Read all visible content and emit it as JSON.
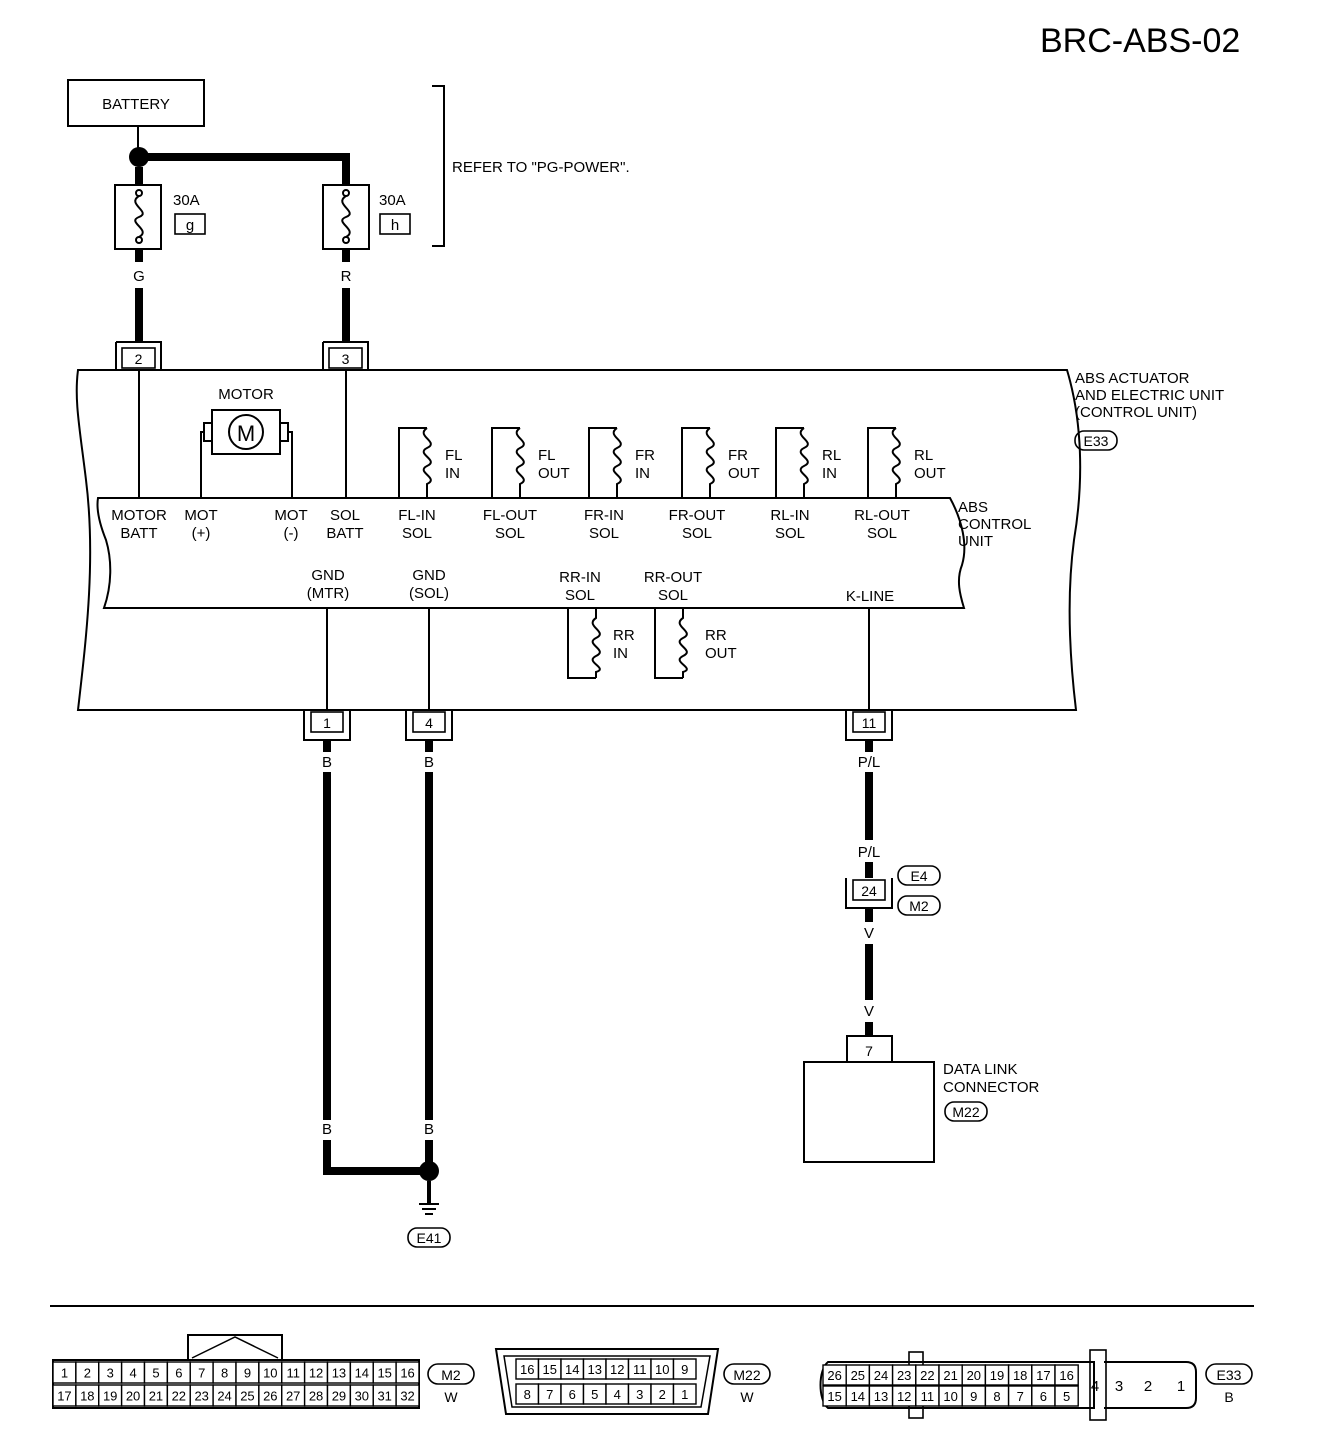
{
  "diagram_id": "BRC-ABS-02",
  "battery": "BATTERY",
  "refer_note": "REFER TO \"PG-POWER\".",
  "fuses": [
    {
      "rating": "30A",
      "id": "g",
      "wire": "G",
      "pin": "2"
    },
    {
      "rating": "30A",
      "id": "h",
      "wire": "R",
      "pin": "3"
    }
  ],
  "unit": {
    "name_lines": [
      "ABS ACTUATOR",
      "AND ELECTRIC UNIT",
      "(CONTROL UNIT)"
    ],
    "connector": "E33",
    "control_unit_lines": [
      "ABS",
      "CONTROL",
      "UNIT"
    ],
    "motor_label": "MOTOR",
    "motor_symbol": "M"
  },
  "terminals_top": [
    {
      "l1": "MOTOR",
      "l2": "BATT"
    },
    {
      "l1": "MOT",
      "l2": "(+)"
    },
    {
      "l1": "MOT",
      "l2": "(-)"
    },
    {
      "l1": "SOL",
      "l2": "BATT"
    },
    {
      "l1": "FL-IN",
      "l2": "SOL"
    },
    {
      "l1": "FL-OUT",
      "l2": "SOL"
    },
    {
      "l1": "FR-IN",
      "l2": "SOL"
    },
    {
      "l1": "FR-OUT",
      "l2": "SOL"
    },
    {
      "l1": "RL-IN",
      "l2": "SOL"
    },
    {
      "l1": "RL-OUT",
      "l2": "SOL"
    }
  ],
  "solenoids_top": [
    {
      "l1": "FL",
      "l2": "IN"
    },
    {
      "l1": "FL",
      "l2": "OUT"
    },
    {
      "l1": "FR",
      "l2": "IN"
    },
    {
      "l1": "FR",
      "l2": "OUT"
    },
    {
      "l1": "RL",
      "l2": "IN"
    },
    {
      "l1": "RL",
      "l2": "OUT"
    }
  ],
  "terminals_bottom": [
    {
      "l1": "GND",
      "l2": "(MTR)"
    },
    {
      "l1": "GND",
      "l2": "(SOL)"
    },
    {
      "l1": "RR-IN",
      "l2": "SOL"
    },
    {
      "l1": "RR-OUT",
      "l2": "SOL"
    },
    {
      "l1": "K-LINE",
      "l2": ""
    }
  ],
  "solenoids_bottom": [
    {
      "l1": "RR",
      "l2": "IN"
    },
    {
      "l1": "RR",
      "l2": "OUT"
    }
  ],
  "bottom_pins": [
    "1",
    "4",
    "11"
  ],
  "wires": {
    "gnd_mtr": "B",
    "gnd_sol": "B",
    "kline_upper": "P/L",
    "kline_lower": "V"
  },
  "joint_connector": {
    "pin": "24",
    "connectors": [
      "E4",
      "M2"
    ]
  },
  "ground": "E41",
  "dlc": {
    "pin": "7",
    "lines": [
      "DATA LINK",
      "CONNECTOR"
    ],
    "connector": "M22"
  },
  "connector_faces": [
    {
      "id": "M2",
      "color": "W",
      "row1": [
        "1",
        "2",
        "3",
        "4",
        "5",
        "6",
        "7",
        "8",
        "9",
        "10",
        "11",
        "12",
        "13",
        "14",
        "15",
        "16"
      ],
      "row2": [
        "17",
        "18",
        "19",
        "20",
        "21",
        "22",
        "23",
        "24",
        "25",
        "26",
        "27",
        "28",
        "29",
        "30",
        "31",
        "32"
      ]
    },
    {
      "id": "M22",
      "color": "W",
      "row1": [
        "16",
        "15",
        "14",
        "13",
        "12",
        "11",
        "10",
        "9"
      ],
      "row2": [
        "8",
        "7",
        "6",
        "5",
        "4",
        "3",
        "2",
        "1"
      ]
    },
    {
      "id": "E33",
      "color": "B",
      "row1": [
        "26",
        "25",
        "24",
        "23",
        "22",
        "21",
        "20",
        "19",
        "18",
        "17",
        "16"
      ],
      "row2": [
        "15",
        "14",
        "13",
        "12",
        "11",
        "10",
        "9",
        "8",
        "7",
        "6",
        "5"
      ],
      "big": [
        "4",
        "3",
        "2",
        "1"
      ]
    }
  ]
}
